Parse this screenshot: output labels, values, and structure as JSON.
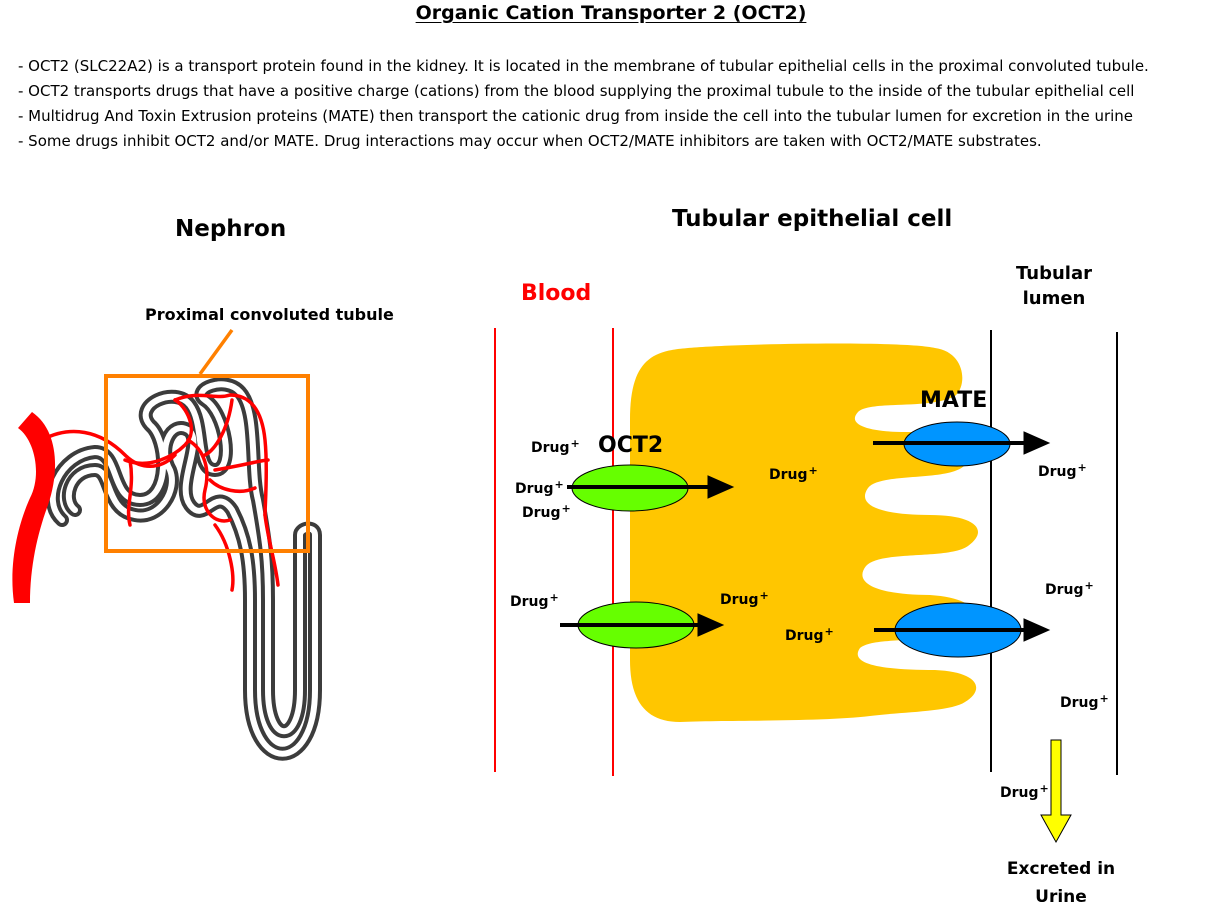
{
  "title": "Organic Cation Transporter 2 (OCT2)",
  "bullets": [
    "- OCT2 (SLC22A2) is a transport protein found in the kidney. It is located in the membrane of tubular epithelial cells in the proximal convoluted tubule.",
    "- OCT2 transports drugs that have a positive charge (cations) from the blood supplying the proximal tubule to the inside of the tubular epithelial cell",
    "- Multidrug And Toxin Extrusion proteins (MATE) then transport the cationic drug from inside the cell into the tubular lumen for excretion in the urine",
    "- Some drugs inhibit OCT2 and/or MATE. Drug interactions may occur when OCT2/MATE inhibitors are taken with OCT2/MATE substrates."
  ],
  "nephron": {
    "title": "Nephron",
    "pct_label": "Proximal convoluted tubule"
  },
  "cell": {
    "title": "Tubular epithelial cell",
    "blood_label": "Blood",
    "lumen_label_line1": "Tubular",
    "lumen_label_line2": "lumen",
    "oct2_label": "OCT2",
    "mate_label": "MATE",
    "urine_line1": "Excreted in",
    "urine_line2": "Urine"
  },
  "drug": {
    "text": "Drug",
    "charge": "+"
  },
  "colors": {
    "blood_red": "#ff0000",
    "cell_yellow": "#ffc600",
    "oct2_green": "#66ff00",
    "mate_blue": "#0095ff",
    "box_orange": "#ff8000",
    "urine_arrow": "#ffff00",
    "tubule_gray": "#3c3c3c"
  }
}
